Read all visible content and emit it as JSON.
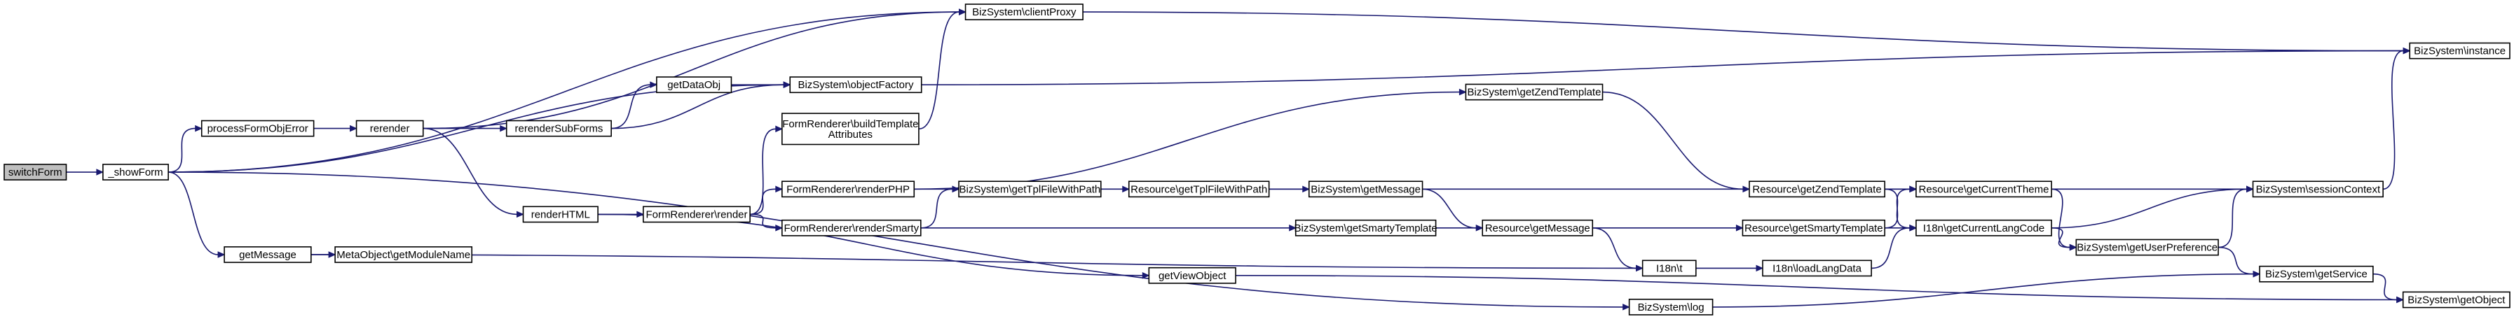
{
  "graph": {
    "type": "call-graph",
    "colors": {
      "node_fill": "#ffffff",
      "root_fill": "#bfbfbf",
      "border": "#000000",
      "edge": "#191970"
    },
    "root": "switchForm",
    "nodes": [
      {
        "id": "switchForm",
        "label": "switchForm",
        "root": true
      },
      {
        "id": "_showForm",
        "label": "_showForm"
      },
      {
        "id": "processFormObjError",
        "label": "processFormObjError"
      },
      {
        "id": "getMessage",
        "label": "getMessage"
      },
      {
        "id": "rerender",
        "label": "rerender"
      },
      {
        "id": "renderHTML",
        "label": "renderHTML"
      },
      {
        "id": "rerenderSubForms",
        "label": "rerenderSubForms"
      },
      {
        "id": "getDataObj",
        "label": "getDataObj"
      },
      {
        "id": "MetaObject_getModuleName",
        "label": "MetaObject\\getModuleName"
      },
      {
        "id": "FormRenderer_render",
        "label": "FormRenderer\\render"
      },
      {
        "id": "BizSystem_objectFactory",
        "label": "BizSystem\\objectFactory"
      },
      {
        "id": "FormRenderer_buildTemplateAttributes",
        "label": [
          "FormRenderer\\buildTemplate",
          "Attributes"
        ]
      },
      {
        "id": "FormRenderer_renderPHP",
        "label": "FormRenderer\\renderPHP"
      },
      {
        "id": "FormRenderer_renderSmarty",
        "label": "FormRenderer\\renderSmarty"
      },
      {
        "id": "BizSystem_clientProxy",
        "label": "BizSystem\\clientProxy"
      },
      {
        "id": "BizSystem_getTplFileWithPath",
        "label": "BizSystem\\getTplFileWithPath"
      },
      {
        "id": "getViewObject",
        "label": "getViewObject"
      },
      {
        "id": "Resource_getTplFileWithPath",
        "label": "Resource\\getTplFileWithPath"
      },
      {
        "id": "BizSystem_getMessage",
        "label": "BizSystem\\getMessage"
      },
      {
        "id": "BizSystem_getSmartyTemplate",
        "label": "BizSystem\\getSmartyTemplate"
      },
      {
        "id": "BizSystem_getZendTemplate",
        "label": "BizSystem\\getZendTemplate"
      },
      {
        "id": "Resource_getMessage",
        "label": "Resource\\getMessage"
      },
      {
        "id": "BizSystem_log",
        "label": "BizSystem\\log"
      },
      {
        "id": "I18n_t",
        "label": "I18n\\t"
      },
      {
        "id": "I18n_loadLangData",
        "label": "I18n\\loadLangData"
      },
      {
        "id": "Resource_getZendTemplate",
        "label": "Resource\\getZendTemplate"
      },
      {
        "id": "Resource_getSmartyTemplate",
        "label": "Resource\\getSmartyTemplate"
      },
      {
        "id": "Resource_getCurrentTheme",
        "label": "Resource\\getCurrentTheme"
      },
      {
        "id": "I18n_getCurrentLangCode",
        "label": "I18n\\getCurrentLangCode"
      },
      {
        "id": "BizSystem_getUserPreference",
        "label": "BizSystem\\getUserPreference"
      },
      {
        "id": "BizSystem_sessionContext",
        "label": "BizSystem\\sessionContext"
      },
      {
        "id": "BizSystem_getService",
        "label": "BizSystem\\getService"
      },
      {
        "id": "BizSystem_instance",
        "label": "BizSystem\\instance"
      },
      {
        "id": "BizSystem_getObject",
        "label": "BizSystem\\getObject"
      }
    ],
    "edges": [
      [
        "switchForm",
        "_showForm"
      ],
      [
        "_showForm",
        "processFormObjError"
      ],
      [
        "_showForm",
        "getMessage"
      ],
      [
        "_showForm",
        "BizSystem_clientProxy"
      ],
      [
        "_showForm",
        "BizSystem_objectFactory"
      ],
      [
        "_showForm",
        "BizSystem_log"
      ],
      [
        "processFormObjError",
        "rerender"
      ],
      [
        "rerender",
        "rerenderSubForms"
      ],
      [
        "rerender",
        "renderHTML"
      ],
      [
        "rerender",
        "BizSystem_clientProxy"
      ],
      [
        "rerenderSubForms",
        "getDataObj"
      ],
      [
        "rerenderSubForms",
        "BizSystem_objectFactory"
      ],
      [
        "getDataObj",
        "BizSystem_objectFactory"
      ],
      [
        "getMessage",
        "MetaObject_getModuleName"
      ],
      [
        "getMessage",
        "I18n_t"
      ],
      [
        "renderHTML",
        "FormRenderer_render"
      ],
      [
        "renderHTML",
        "getViewObject"
      ],
      [
        "FormRenderer_render",
        "FormRenderer_buildTemplateAttributes"
      ],
      [
        "FormRenderer_render",
        "FormRenderer_renderPHP"
      ],
      [
        "FormRenderer_render",
        "FormRenderer_renderSmarty"
      ],
      [
        "FormRenderer_buildTemplateAttributes",
        "BizSystem_clientProxy"
      ],
      [
        "FormRenderer_renderPHP",
        "BizSystem_getZendTemplate"
      ],
      [
        "FormRenderer_renderPHP",
        "BizSystem_getTplFileWithPath"
      ],
      [
        "FormRenderer_renderSmarty",
        "BizSystem_getTplFileWithPath"
      ],
      [
        "FormRenderer_renderSmarty",
        "BizSystem_getSmartyTemplate"
      ],
      [
        "BizSystem_getTplFileWithPath",
        "Resource_getTplFileWithPath"
      ],
      [
        "Resource_getTplFileWithPath",
        "BizSystem_getMessage"
      ],
      [
        "Resource_getTplFileWithPath",
        "Resource_getCurrentTheme"
      ],
      [
        "BizSystem_getMessage",
        "Resource_getMessage"
      ],
      [
        "Resource_getMessage",
        "I18n_t"
      ],
      [
        "I18n_t",
        "I18n_loadLangData"
      ],
      [
        "I18n_loadLangData",
        "I18n_getCurrentLangCode"
      ],
      [
        "BizSystem_getZendTemplate",
        "Resource_getZendTemplate"
      ],
      [
        "Resource_getZendTemplate",
        "Resource_getCurrentTheme"
      ],
      [
        "Resource_getZendTemplate",
        "I18n_getCurrentLangCode"
      ],
      [
        "BizSystem_getSmartyTemplate",
        "Resource_getSmartyTemplate"
      ],
      [
        "Resource_getSmartyTemplate",
        "Resource_getCurrentTheme"
      ],
      [
        "Resource_getSmartyTemplate",
        "I18n_getCurrentLangCode"
      ],
      [
        "Resource_getCurrentTheme",
        "BizSystem_sessionContext"
      ],
      [
        "Resource_getCurrentTheme",
        "BizSystem_getUserPreference"
      ],
      [
        "I18n_getCurrentLangCode",
        "BizSystem_sessionContext"
      ],
      [
        "I18n_getCurrentLangCode",
        "BizSystem_getUserPreference"
      ],
      [
        "BizSystem_getUserPreference",
        "BizSystem_sessionContext"
      ],
      [
        "BizSystem_getUserPreference",
        "BizSystem_getService"
      ],
      [
        "BizSystem_clientProxy",
        "BizSystem_instance"
      ],
      [
        "BizSystem_objectFactory",
        "BizSystem_instance"
      ],
      [
        "BizSystem_sessionContext",
        "BizSystem_instance"
      ],
      [
        "BizSystem_getService",
        "BizSystem_getObject"
      ],
      [
        "BizSystem_log",
        "BizSystem_getService"
      ],
      [
        "getViewObject",
        "BizSystem_getObject"
      ]
    ]
  }
}
